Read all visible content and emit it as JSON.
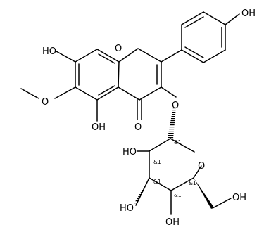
{
  "molecule": {
    "labels": {
      "oh_phenyl": "OH",
      "ho_c7": "HO",
      "o_ring": "O",
      "o_methoxy": "O",
      "oh_c5": "OH",
      "o_carbonyl": "O",
      "o_glycosidic": "O",
      "ho_sugar_c2": "HO",
      "o_sugar_ring": "O",
      "ho_sugar_c3": "HO",
      "oh_sugar_c4": "OH",
      "oh_sugar_c6": "OH"
    },
    "stereo": {
      "c1": "&1",
      "c2": "&1",
      "c3": "&1",
      "c4": "&1",
      "c5": "&1"
    }
  }
}
